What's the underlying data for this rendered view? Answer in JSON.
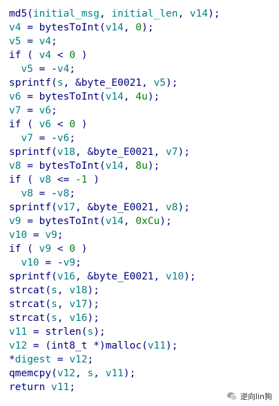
{
  "colors": {
    "text": "#000080",
    "variable": "#008080",
    "number": "#008000",
    "background": "#ffffff"
  },
  "code_lines": [
    [
      {
        "t": "md5(",
        "c": "fn"
      },
      {
        "t": "initial_msg",
        "c": "var"
      },
      {
        "t": ", ",
        "c": "op"
      },
      {
        "t": "initial_len",
        "c": "var"
      },
      {
        "t": ", ",
        "c": "op"
      },
      {
        "t": "v14",
        "c": "var"
      },
      {
        "t": ");",
        "c": "op"
      }
    ],
    [
      {
        "t": "v4",
        "c": "var"
      },
      {
        "t": " = bytesToInt(",
        "c": "op"
      },
      {
        "t": "v14",
        "c": "var"
      },
      {
        "t": ", ",
        "c": "op"
      },
      {
        "t": "0",
        "c": "num"
      },
      {
        "t": ");",
        "c": "op"
      }
    ],
    [
      {
        "t": "v5",
        "c": "var"
      },
      {
        "t": " = ",
        "c": "op"
      },
      {
        "t": "v4",
        "c": "var"
      },
      {
        "t": ";",
        "c": "op"
      }
    ],
    [
      {
        "t": "if ( ",
        "c": "kw"
      },
      {
        "t": "v4",
        "c": "var"
      },
      {
        "t": " < ",
        "c": "op"
      },
      {
        "t": "0",
        "c": "num"
      },
      {
        "t": " )",
        "c": "op"
      }
    ],
    [
      {
        "t": "  ",
        "c": "op"
      },
      {
        "t": "v5",
        "c": "var"
      },
      {
        "t": " = -",
        "c": "op"
      },
      {
        "t": "v4",
        "c": "var"
      },
      {
        "t": ";",
        "c": "op"
      }
    ],
    [
      {
        "t": "sprintf(",
        "c": "fn"
      },
      {
        "t": "s",
        "c": "var"
      },
      {
        "t": ", &byte_E0021, ",
        "c": "op"
      },
      {
        "t": "v5",
        "c": "var"
      },
      {
        "t": ");",
        "c": "op"
      }
    ],
    [
      {
        "t": "v6",
        "c": "var"
      },
      {
        "t": " = bytesToInt(",
        "c": "op"
      },
      {
        "t": "v14",
        "c": "var"
      },
      {
        "t": ", ",
        "c": "op"
      },
      {
        "t": "4u",
        "c": "num"
      },
      {
        "t": ");",
        "c": "op"
      }
    ],
    [
      {
        "t": "v7",
        "c": "var"
      },
      {
        "t": " = ",
        "c": "op"
      },
      {
        "t": "v6",
        "c": "var"
      },
      {
        "t": ";",
        "c": "op"
      }
    ],
    [
      {
        "t": "if ( ",
        "c": "kw"
      },
      {
        "t": "v6",
        "c": "var"
      },
      {
        "t": " < ",
        "c": "op"
      },
      {
        "t": "0",
        "c": "num"
      },
      {
        "t": " )",
        "c": "op"
      }
    ],
    [
      {
        "t": "  ",
        "c": "op"
      },
      {
        "t": "v7",
        "c": "var"
      },
      {
        "t": " = -",
        "c": "op"
      },
      {
        "t": "v6",
        "c": "var"
      },
      {
        "t": ";",
        "c": "op"
      }
    ],
    [
      {
        "t": "sprintf(",
        "c": "fn"
      },
      {
        "t": "v18",
        "c": "var"
      },
      {
        "t": ", &byte_E0021, ",
        "c": "op"
      },
      {
        "t": "v7",
        "c": "var"
      },
      {
        "t": ");",
        "c": "op"
      }
    ],
    [
      {
        "t": "v8",
        "c": "var"
      },
      {
        "t": " = bytesToInt(",
        "c": "op"
      },
      {
        "t": "v14",
        "c": "var"
      },
      {
        "t": ", ",
        "c": "op"
      },
      {
        "t": "8u",
        "c": "num"
      },
      {
        "t": ");",
        "c": "op"
      }
    ],
    [
      {
        "t": "if ( ",
        "c": "kw"
      },
      {
        "t": "v8",
        "c": "var"
      },
      {
        "t": " <= ",
        "c": "op"
      },
      {
        "t": "-1",
        "c": "num"
      },
      {
        "t": " )",
        "c": "op"
      }
    ],
    [
      {
        "t": "  ",
        "c": "op"
      },
      {
        "t": "v8",
        "c": "var"
      },
      {
        "t": " = -",
        "c": "op"
      },
      {
        "t": "v8",
        "c": "var"
      },
      {
        "t": ";",
        "c": "op"
      }
    ],
    [
      {
        "t": "sprintf(",
        "c": "fn"
      },
      {
        "t": "v17",
        "c": "var"
      },
      {
        "t": ", &byte_E0021, ",
        "c": "op"
      },
      {
        "t": "v8",
        "c": "var"
      },
      {
        "t": ");",
        "c": "op"
      }
    ],
    [
      {
        "t": "v9",
        "c": "var"
      },
      {
        "t": " = bytesToInt(",
        "c": "op"
      },
      {
        "t": "v14",
        "c": "var"
      },
      {
        "t": ", ",
        "c": "op"
      },
      {
        "t": "0xCu",
        "c": "num"
      },
      {
        "t": ");",
        "c": "op"
      }
    ],
    [
      {
        "t": "v10",
        "c": "var"
      },
      {
        "t": " = ",
        "c": "op"
      },
      {
        "t": "v9",
        "c": "var"
      },
      {
        "t": ";",
        "c": "op"
      }
    ],
    [
      {
        "t": "if ( ",
        "c": "kw"
      },
      {
        "t": "v9",
        "c": "var"
      },
      {
        "t": " < ",
        "c": "op"
      },
      {
        "t": "0",
        "c": "num"
      },
      {
        "t": " )",
        "c": "op"
      }
    ],
    [
      {
        "t": "  ",
        "c": "op"
      },
      {
        "t": "v10",
        "c": "var"
      },
      {
        "t": " = -",
        "c": "op"
      },
      {
        "t": "v9",
        "c": "var"
      },
      {
        "t": ";",
        "c": "op"
      }
    ],
    [
      {
        "t": "sprintf(",
        "c": "fn"
      },
      {
        "t": "v16",
        "c": "var"
      },
      {
        "t": ", &byte_E0021, ",
        "c": "op"
      },
      {
        "t": "v10",
        "c": "var"
      },
      {
        "t": ");",
        "c": "op"
      }
    ],
    [
      {
        "t": "strcat(",
        "c": "fn"
      },
      {
        "t": "s",
        "c": "var"
      },
      {
        "t": ", ",
        "c": "op"
      },
      {
        "t": "v18",
        "c": "var"
      },
      {
        "t": ");",
        "c": "op"
      }
    ],
    [
      {
        "t": "strcat(",
        "c": "fn"
      },
      {
        "t": "s",
        "c": "var"
      },
      {
        "t": ", ",
        "c": "op"
      },
      {
        "t": "v17",
        "c": "var"
      },
      {
        "t": ");",
        "c": "op"
      }
    ],
    [
      {
        "t": "strcat(",
        "c": "fn"
      },
      {
        "t": "s",
        "c": "var"
      },
      {
        "t": ", ",
        "c": "op"
      },
      {
        "t": "v16",
        "c": "var"
      },
      {
        "t": ");",
        "c": "op"
      }
    ],
    [
      {
        "t": "v11",
        "c": "var"
      },
      {
        "t": " = strlen(",
        "c": "op"
      },
      {
        "t": "s",
        "c": "var"
      },
      {
        "t": ");",
        "c": "op"
      }
    ],
    [
      {
        "t": "v12",
        "c": "var"
      },
      {
        "t": " = (int8_t *)malloc(",
        "c": "op"
      },
      {
        "t": "v11",
        "c": "var"
      },
      {
        "t": ");",
        "c": "op"
      }
    ],
    [
      {
        "t": "*",
        "c": "op"
      },
      {
        "t": "digest",
        "c": "var"
      },
      {
        "t": " = ",
        "c": "op"
      },
      {
        "t": "v12",
        "c": "var"
      },
      {
        "t": ";",
        "c": "op"
      }
    ],
    [
      {
        "t": "qmemcpy(",
        "c": "fn"
      },
      {
        "t": "v12",
        "c": "var"
      },
      {
        "t": ", ",
        "c": "op"
      },
      {
        "t": "s",
        "c": "var"
      },
      {
        "t": ", ",
        "c": "op"
      },
      {
        "t": "v11",
        "c": "var"
      },
      {
        "t": ");",
        "c": "op"
      }
    ],
    [
      {
        "t": "return ",
        "c": "kw"
      },
      {
        "t": "v11",
        "c": "var"
      },
      {
        "t": ";",
        "c": "op"
      }
    ]
  ],
  "watermark": {
    "icon": "wechat-icon",
    "text": "逆向lin狗"
  }
}
